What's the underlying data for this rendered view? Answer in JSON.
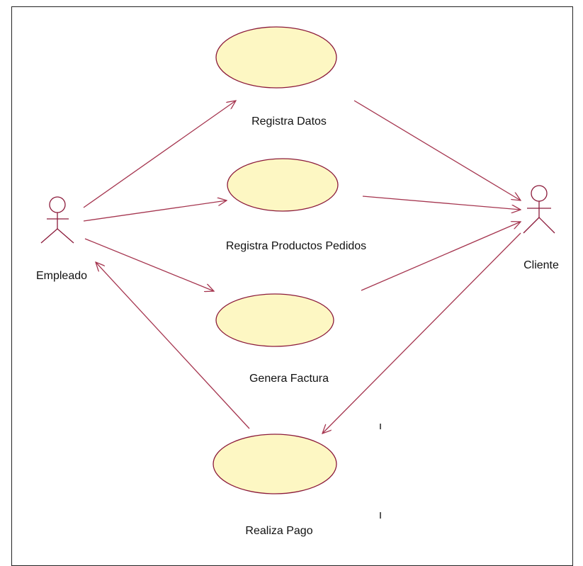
{
  "diagram": {
    "actors": [
      {
        "id": "empleado",
        "name": "Empleado"
      },
      {
        "id": "cliente",
        "name": "Cliente"
      }
    ],
    "use_cases": [
      {
        "id": "registra-datos",
        "name": "Registra Datos"
      },
      {
        "id": "registra-productos",
        "name": "Registra Productos Pedidos"
      },
      {
        "id": "genera-factura",
        "name": "Genera Factura"
      },
      {
        "id": "realiza-pago",
        "name": "Realiza Pago"
      }
    ],
    "associations": [
      {
        "from": "empleado",
        "to": "registra-datos"
      },
      {
        "from": "empleado",
        "to": "registra-productos"
      },
      {
        "from": "empleado",
        "to": "genera-factura"
      },
      {
        "from": "registra-datos",
        "to": "cliente"
      },
      {
        "from": "registra-productos",
        "to": "cliente"
      },
      {
        "from": "genera-factura",
        "to": "cliente"
      },
      {
        "from": "cliente",
        "to": "realiza-pago"
      },
      {
        "from": "realiza-pago",
        "to": "empleado"
      }
    ],
    "colors": {
      "use_case_fill": "#fdf7c3",
      "use_case_stroke": "#8b1a3a",
      "line": "#a5354f",
      "actor": "#8b1a3a"
    }
  }
}
